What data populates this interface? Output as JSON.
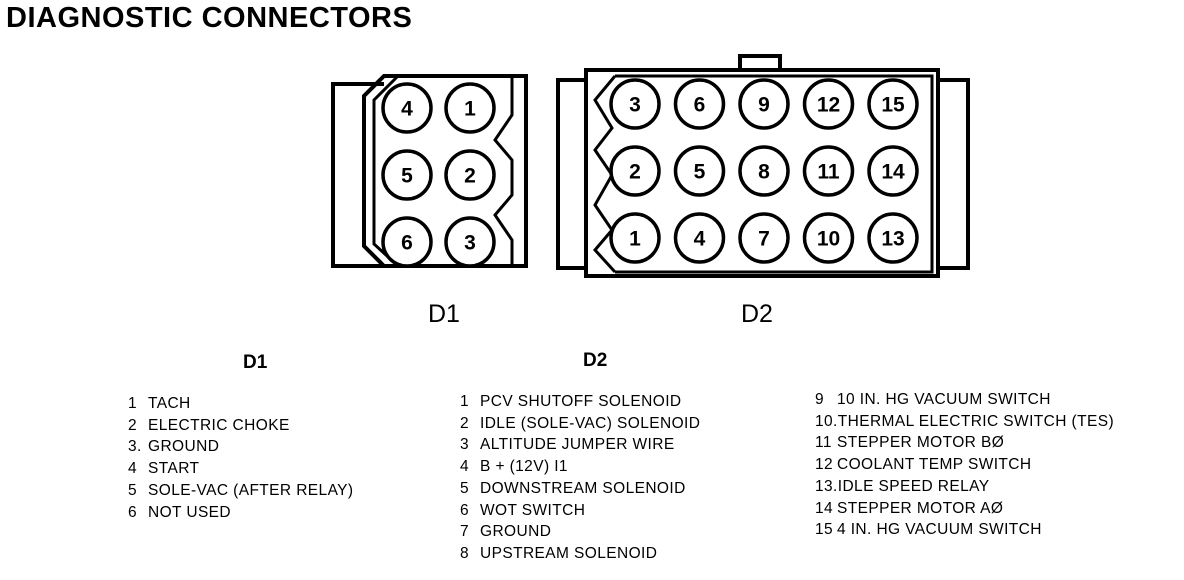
{
  "title": "DIAGNOSTIC CONNECTORS",
  "connectors": {
    "d1": {
      "label": "D1",
      "pins": [
        [
          "4",
          "1"
        ],
        [
          "5",
          "2"
        ],
        [
          "6",
          "3"
        ]
      ]
    },
    "d2": {
      "label": "D2",
      "pins": [
        [
          "3",
          "6",
          "9",
          "12",
          "15"
        ],
        [
          "2",
          "5",
          "8",
          "11",
          "14"
        ],
        [
          "1",
          "4",
          "7",
          "10",
          "13"
        ]
      ]
    }
  },
  "legend": {
    "d1": {
      "heading": "D1",
      "items": [
        {
          "num": "1",
          "text": "TACH"
        },
        {
          "num": "2",
          "text": "ELECTRIC CHOKE"
        },
        {
          "num": "3.",
          "text": "GROUND"
        },
        {
          "num": "4",
          "text": "START"
        },
        {
          "num": "5",
          "text": "SOLE-VAC (AFTER RELAY)"
        },
        {
          "num": "6",
          "text": "NOT USED"
        }
      ]
    },
    "d2_col1": {
      "heading": "D2",
      "items": [
        {
          "num": "1",
          "text": "PCV SHUTOFF SOLENOID"
        },
        {
          "num": "2",
          "text": "IDLE (SOLE-VAC) SOLENOID"
        },
        {
          "num": "3",
          "text": "ALTITUDE JUMPER WIRE"
        },
        {
          "num": "4",
          "text": "B + (12V) I1"
        },
        {
          "num": "5",
          "text": "DOWNSTREAM SOLENOID"
        },
        {
          "num": "6",
          "text": "WOT SWITCH"
        },
        {
          "num": "7",
          "text": "GROUND"
        },
        {
          "num": "8",
          "text": "UPSTREAM SOLENOID"
        }
      ]
    },
    "d2_col2": {
      "items": [
        {
          "num": "9",
          "text": "10 IN. HG VACUUM SWITCH"
        },
        {
          "num": "10.",
          "text": "THERMAL ELECTRIC SWITCH (TES)"
        },
        {
          "num": "11",
          "text": "STEPPER MOTOR BØ"
        },
        {
          "num": "12",
          "text": "COOLANT TEMP SWITCH"
        },
        {
          "num": "13.",
          "text": "IDLE SPEED RELAY"
        },
        {
          "num": "14",
          "text": "STEPPER MOTOR AØ"
        },
        {
          "num": "15",
          "text": "4 IN. HG VACUUM SWITCH"
        }
      ]
    }
  }
}
